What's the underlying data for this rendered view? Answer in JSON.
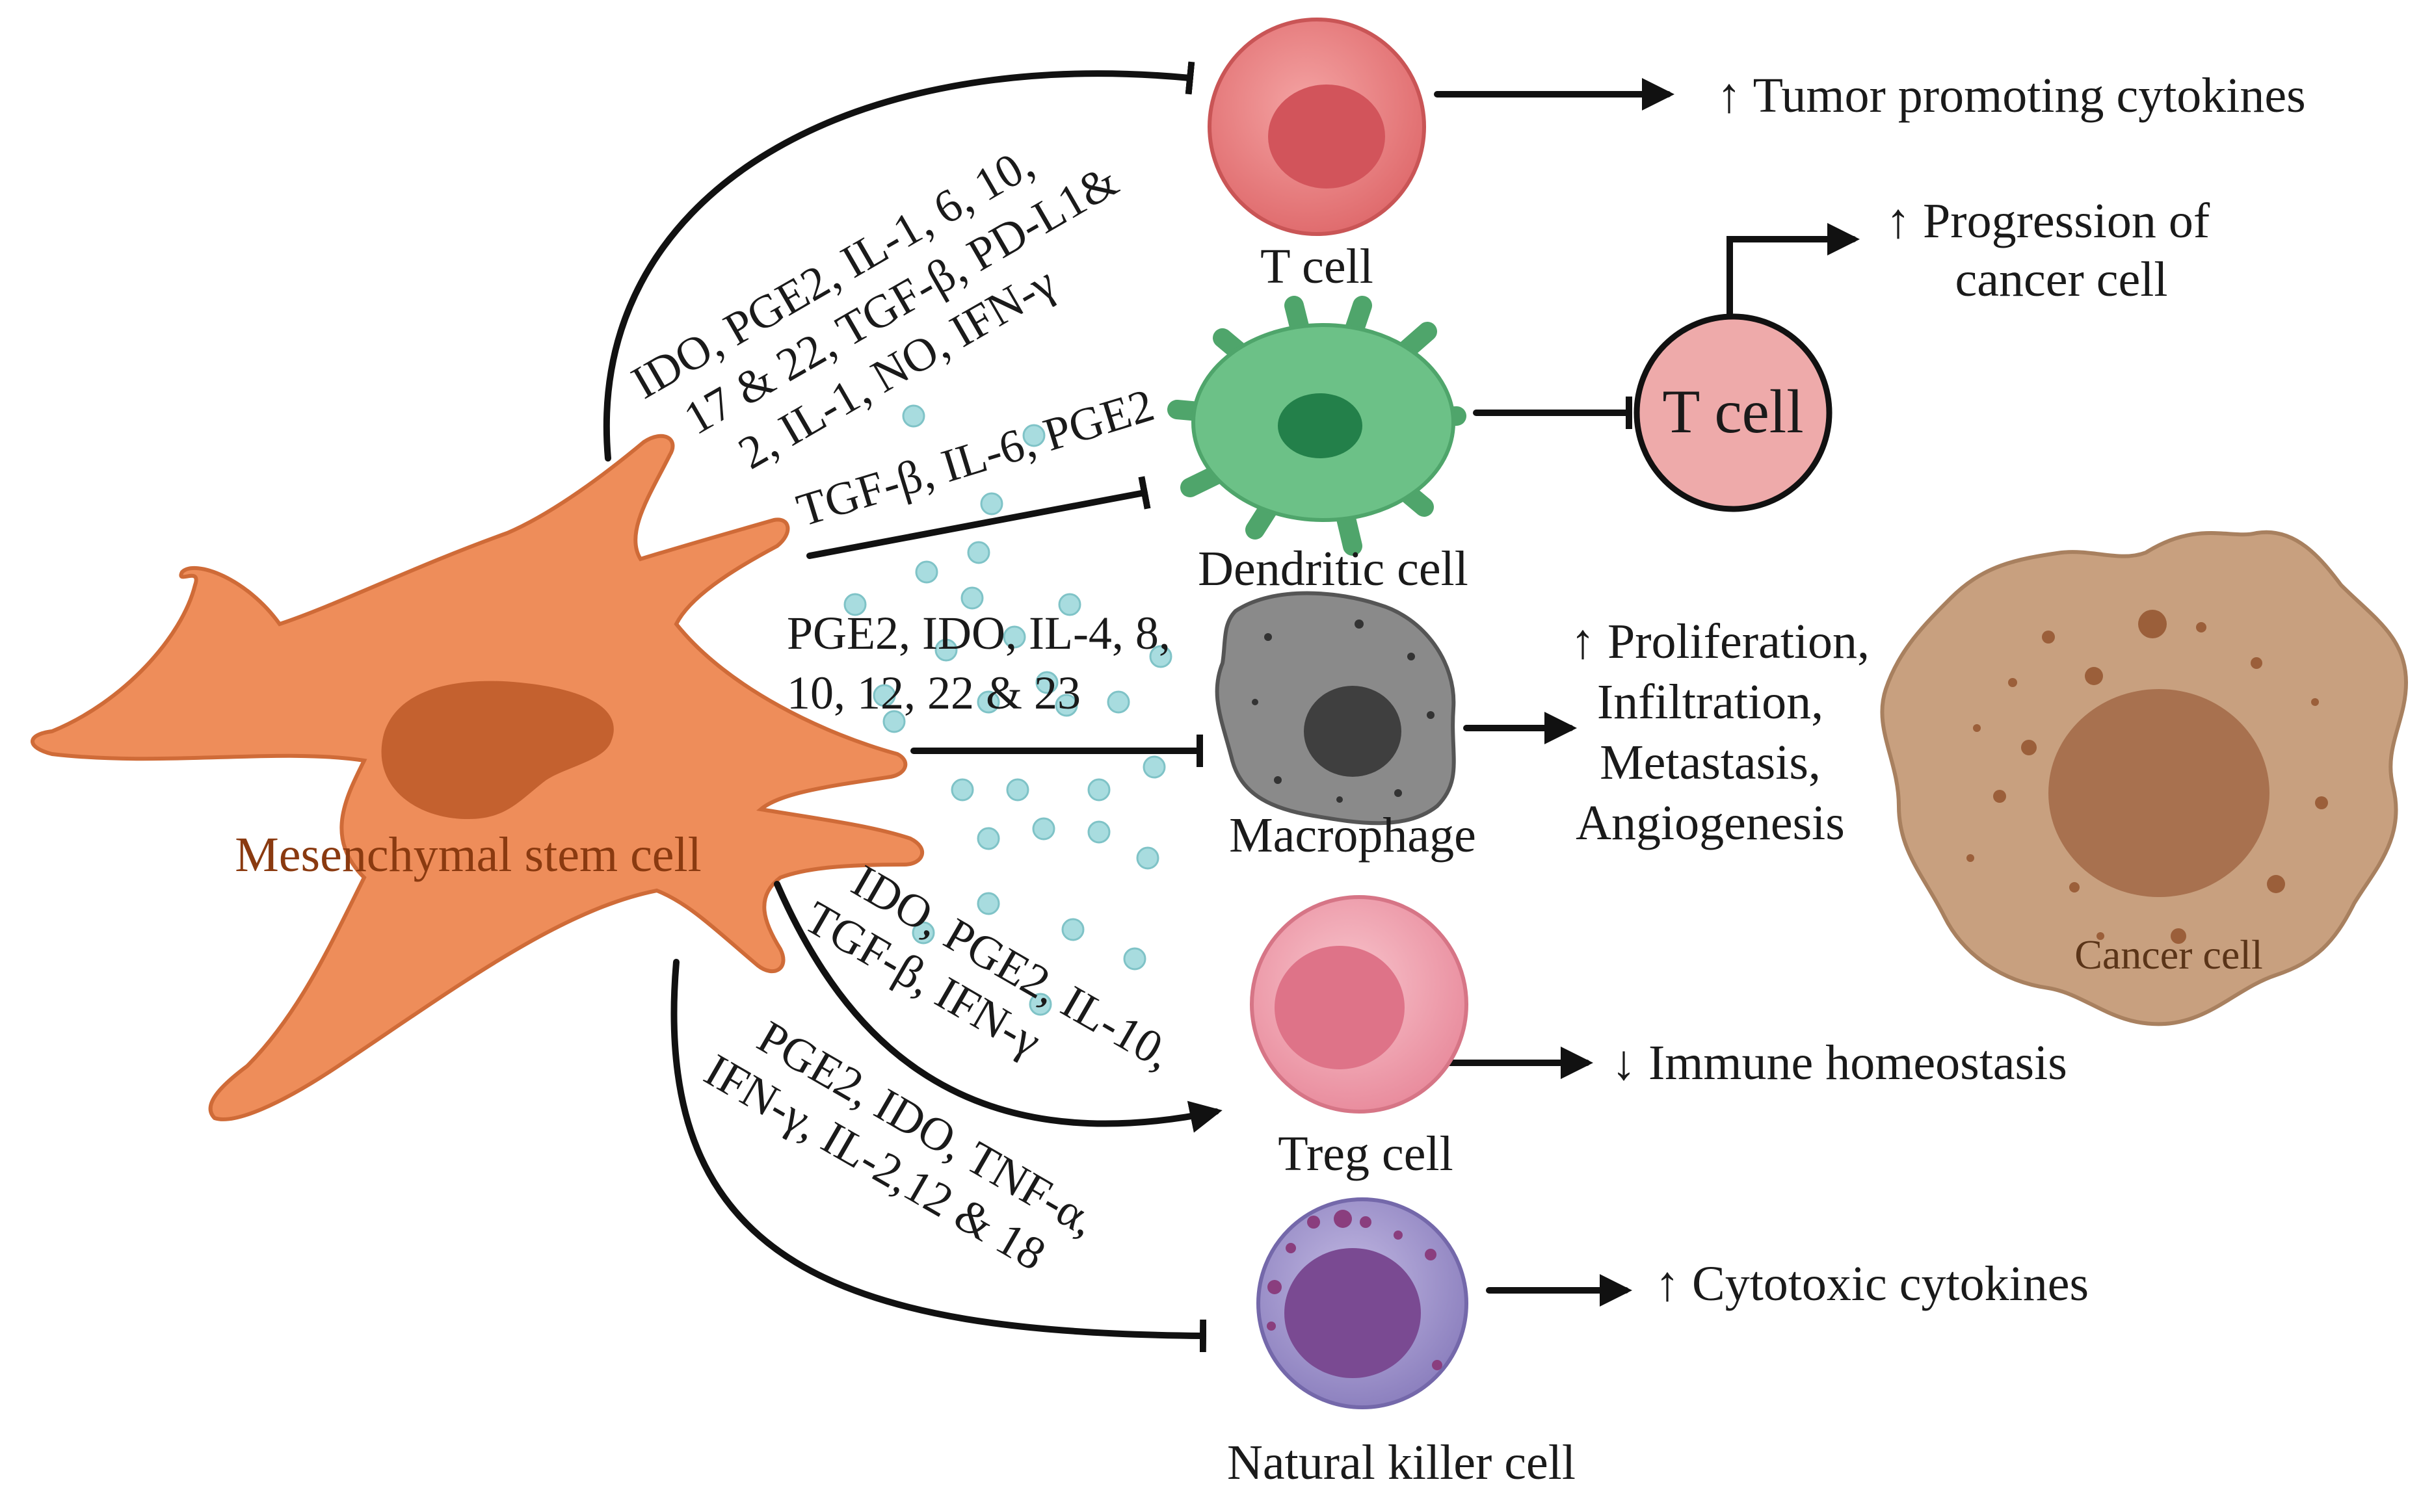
{
  "cells": {
    "msc": "Mesenchymal stem cell",
    "t_cell": "T cell",
    "dendritic": "Dendritic cell",
    "macrophage": "Macrophage",
    "treg": "Treg cell",
    "nk": "Natural killer cell",
    "t_cell_target": "T cell",
    "cancer": "Cancer cell"
  },
  "cytokines": {
    "t_cell": [
      "IDO, PGE2, IL-1, 6, 10,",
      "17 & 22, TGF-β, PD-L1&",
      "2, IL-1, NO, IFN-γ"
    ],
    "dendritic": "TGF-β, IL-6, PGE2",
    "macrophage": [
      "PGE2, IDO, IL-4, 8,",
      "10, 12, 22 & 23"
    ],
    "treg": [
      "IDO, PGE2, IL-10,",
      "TGF-β, IFN-γ"
    ],
    "nk": [
      "PGE2, IDO, TNF-α,",
      "IFN-γ, IL-2,12 & 18"
    ]
  },
  "outcomes": {
    "t_cell": "↑ Tumor promoting cytokines",
    "dendritic": [
      "↑ Progression of",
      "cancer cell"
    ],
    "macrophage": [
      "↑ Proliferation,",
      "Infiltration,",
      "Metastasis,",
      "Angiogenesis"
    ],
    "treg": "↓ Immune homeostasis",
    "nk": "↑ Cytotoxic cytokines"
  },
  "colors": {
    "msc_body": "#ee8d5a",
    "msc_nucleus": "#c4612f",
    "t_cell": "#e87f80",
    "dendritic": "#6cc187",
    "macrophage": "#8a8a8a",
    "treg": "#efa1b0",
    "nk": "#a398cc",
    "cancer": "#c8a07f",
    "vesicle": "#a8dcdf"
  }
}
